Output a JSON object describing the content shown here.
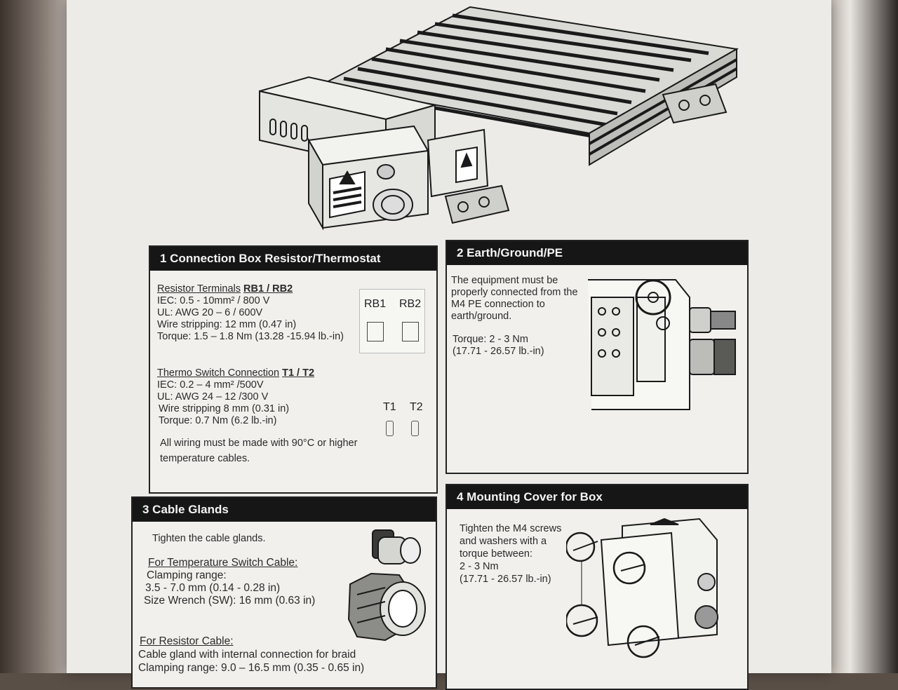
{
  "panel1": {
    "title": "1  Connection Box Resistor/Thermostat",
    "resistor_heading": "Resistor Terminals",
    "resistor_terminals": "RB1 / RB2",
    "resistor_lines": [
      "IEC: 0.5 - 10mm² / 800 V",
      "UL: AWG 20 – 6 / 600V",
      "Wire stripping: 12 mm (0.47 in)",
      "Torque: 1.5 – 1.8 Nm (13.28 -15.94 lb.-in)"
    ],
    "thermo_heading": "Thermo Switch Connection",
    "thermo_terminals": "T1 / T2",
    "thermo_lines": [
      "IEC: 0.2 – 4 mm² /500V",
      "UL: AWG 24 – 12 /300 V",
      "Wire stripping 8 mm (0.31 in)",
      "Torque: 0.7 Nm (6.2 lb.-in)"
    ],
    "note_lines": [
      "All wiring must be made with 90°C or higher",
      "temperature cables."
    ],
    "label_rb1": "RB1",
    "label_rb2": "RB2",
    "label_t1": "T1",
    "label_t2": "T2"
  },
  "panel2": {
    "title": "2  Earth/Ground/PE",
    "lines": [
      "The equipment must be",
      "properly connected from the",
      "M4 PE connection to",
      "earth/ground."
    ],
    "torque_lines": [
      "Torque: 2 - 3 Nm",
      "(17.71 - 26.57 lb.-in)"
    ]
  },
  "panel3": {
    "title": "3  Cable Glands",
    "intro": "Tighten the cable glands.",
    "temp_heading": "For Temperature Switch Cable:",
    "temp_lines": [
      "Clamping range:",
      "3.5 - 7.0 mm (0.14 - 0.28 in)",
      "Size Wrench (SW): 16 mm (0.63 in)"
    ],
    "resistor_heading": "For Resistor Cable:",
    "resistor_lines": [
      "Cable gland with internal connection for braid",
      "Clamping range: 9.0 – 16.5 mm (0.35 - 0.65 in)"
    ]
  },
  "panel4": {
    "title": "4  Mounting Cover for Box",
    "lines": [
      "Tighten the M4 screws",
      "and washers with a",
      "torque between:",
      " 2 - 3 Nm",
      "(17.71 - 26.57 lb.-in)"
    ]
  }
}
